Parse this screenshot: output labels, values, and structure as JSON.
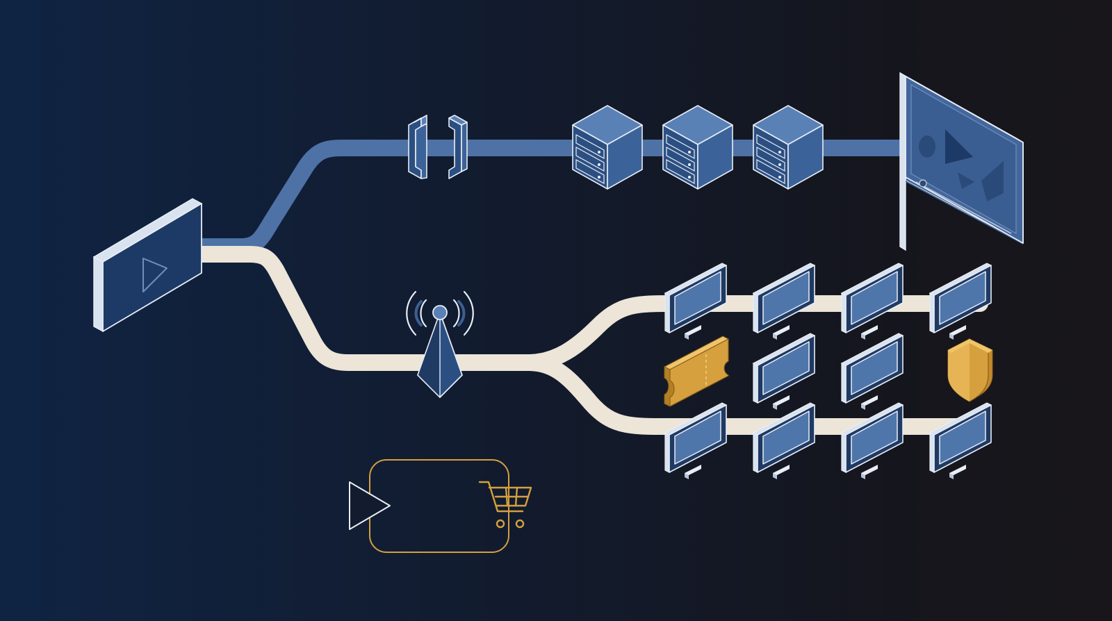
{
  "diagram": {
    "kind": "streaming-distribution-illustration",
    "text_labels": [],
    "colors": {
      "background_left": "#0f2443",
      "background_right": "#18161a",
      "premium_path": "#4e72a6",
      "broadcast_path": "#ece5d8",
      "node_fill": "#3b5f92",
      "node_dark": "#1f3a63",
      "outline": "#e9eef6",
      "accent_gold": "#d6a03e"
    },
    "nodes": [
      {
        "id": "video-source",
        "icon": "video-play-panel-icon"
      },
      {
        "id": "code-brackets",
        "icon": "code-brackets-icon"
      },
      {
        "id": "server-1",
        "icon": "server-cube-icon"
      },
      {
        "id": "server-2",
        "icon": "server-cube-icon"
      },
      {
        "id": "server-3",
        "icon": "server-cube-icon"
      },
      {
        "id": "large-display",
        "icon": "video-player-display-icon"
      },
      {
        "id": "broadcast-tower",
        "icon": "broadcast-antenna-icon"
      },
      {
        "id": "ticket",
        "icon": "ticket-icon"
      },
      {
        "id": "shield",
        "icon": "shield-icon"
      },
      {
        "id": "shop-loop",
        "icon": "play-cart-loop-icon"
      }
    ],
    "monitor_grid": {
      "rows": 3,
      "columns": 4,
      "ticket_slot": "row2-col1",
      "shield_slot": "row2-col4"
    }
  }
}
